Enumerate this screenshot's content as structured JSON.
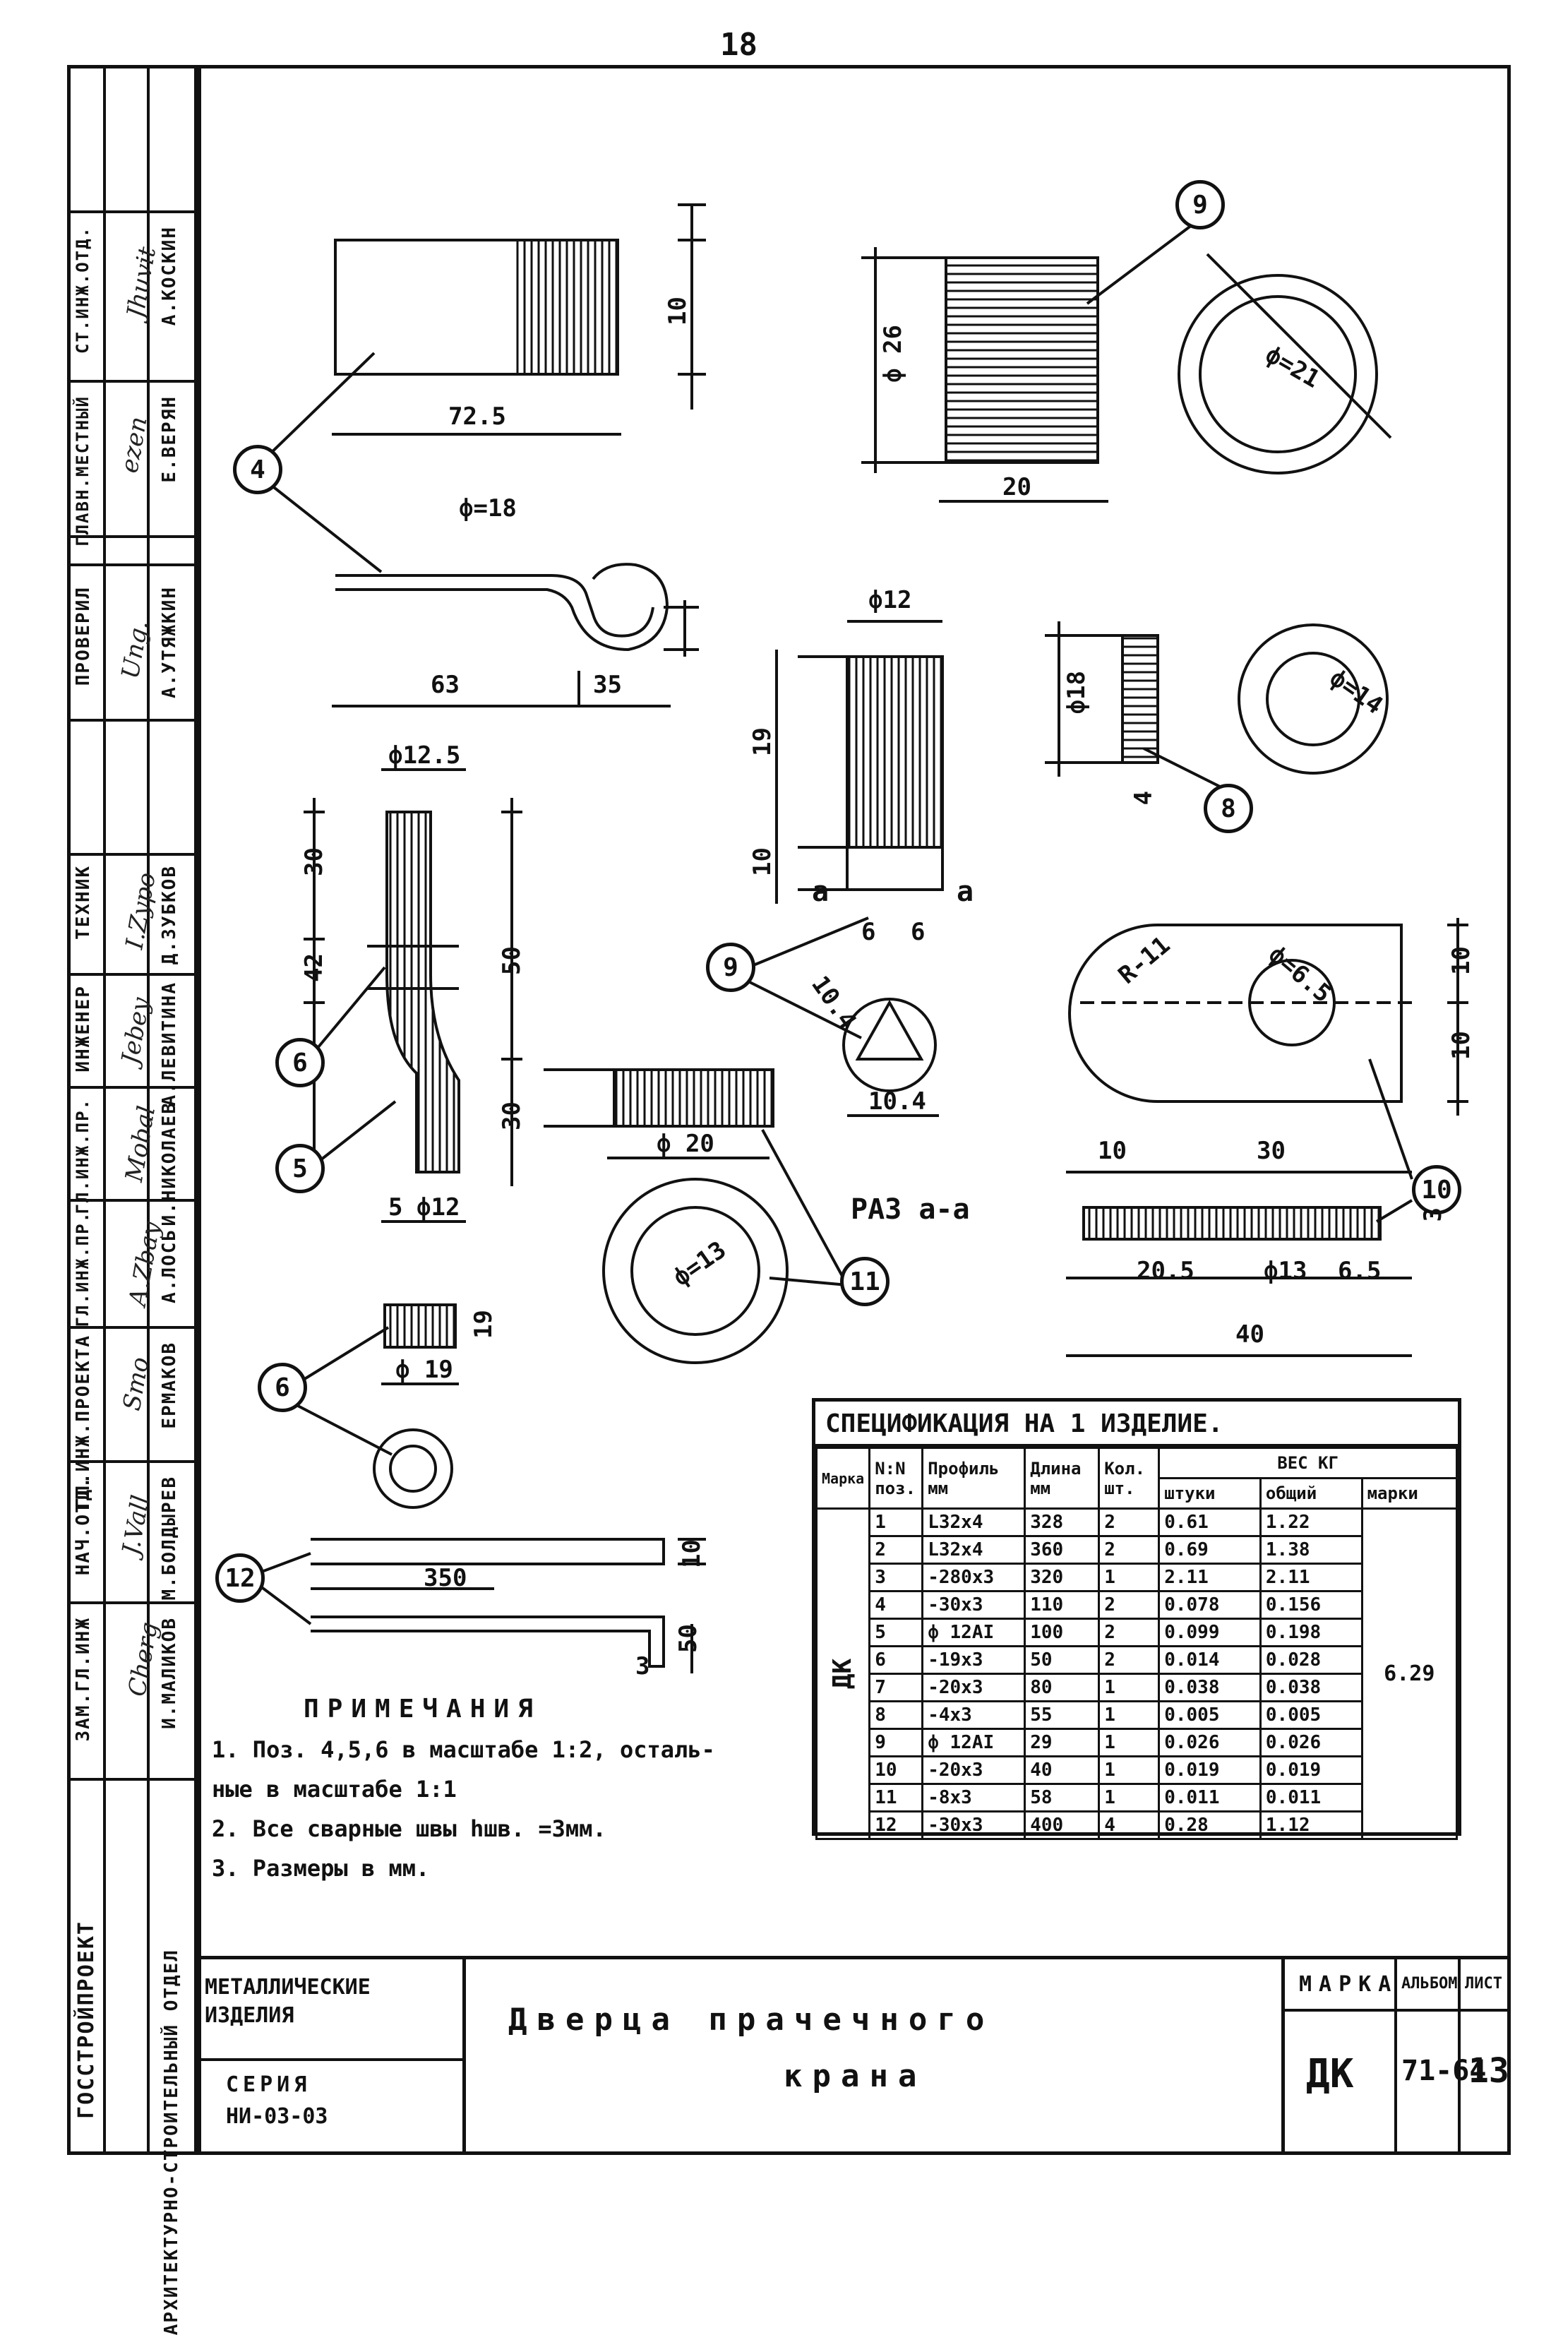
{
  "page_number": "18",
  "sidebar": {
    "org": "ГОССТРОЙПРОЕКТ",
    "dept": "АРХИТЕКТУРНО-СТРОИТЕЛЬНЫЙ ОТДЕЛ",
    "roles": [
      {
        "role": "ЗАМ.ГЛ.ИНЖ",
        "name": "И.МАЛИКОВ",
        "sig": "Cherg"
      },
      {
        "role": "НАЧ.ОТД.",
        "name": "М.БОЛДЫРЕВ",
        "sig": "J.Vall"
      },
      {
        "role": "ГЛ.ИНЖ.ПРОЕКТА",
        "name": "ЕРМАКОВ",
        "sig": "Smo"
      },
      {
        "role": "ГЛ.ИНЖ.ПР.",
        "name": "А.ЛОСЬ",
        "sig": "A.Zbay"
      },
      {
        "role": "ГЛ.ИНЖ.ПР.",
        "name": "И.НИКОЛАЕВ",
        "sig": "Mobal"
      },
      {
        "role": "ИНЖЕНЕР",
        "name": "А.ЛЕВИТИНА",
        "sig": "Jebey"
      },
      {
        "role": "ТЕХНИК",
        "name": "Д.ЗУБКОВ",
        "sig": "I.Zypo"
      },
      {
        "role": "ПРОВЕРИЛ",
        "name": "А.УТЯЖКИН",
        "sig": "Ung."
      },
      {
        "role": "ГЛАВН.МЕСТНЫЙ",
        "name": "Е.ВЕРЯН",
        "sig": "ezen"
      },
      {
        "role": "СТ.ИНЖ.ОТД.",
        "name": "А.КОСКИН",
        "sig": "Jhuvit"
      }
    ]
  },
  "drawings": {
    "callouts": [
      "4",
      "9",
      "8",
      "6",
      "5",
      "9",
      "10",
      "11",
      "6",
      "12"
    ],
    "dims": {
      "d1": "72.5",
      "d2": "10",
      "d3": "ф 26",
      "d4": "20",
      "d5": "ф=21",
      "d6": "ф=18",
      "d7": "63",
      "d8": "35",
      "d9": "ф12.5",
      "d10": "ф12",
      "d11": "19",
      "d12": "10",
      "d13": "ф18",
      "d14": "4",
      "d15": "30",
      "d16": "42",
      "d17": "50",
      "d18": "30",
      "d19": "ф 20",
      "d20": "5",
      "d21": "ф12",
      "d22": "6",
      "d23": "6",
      "d24": "10.4",
      "d25": "10.4",
      "d26": "R-11",
      "d27": "ф=6.5",
      "d28": "10",
      "d29": "10",
      "d30": "10",
      "d31": "30",
      "d32": "20.5",
      "d33": "ф13",
      "d34": "6.5",
      "d35": "40",
      "d36": "3",
      "d37": "ф 19",
      "d38": "19",
      "d39": "350",
      "d40": "10",
      "d41": "50",
      "d42": "3",
      "d43": "ф=14",
      "d44": "ф=13"
    },
    "section_label": "РАЗ а-а",
    "section_letter": "а"
  },
  "spec": {
    "title": "СПЕЦИФИКАЦИЯ НА 1 ИЗДЕЛИЕ.",
    "headers": [
      "Марка",
      "N:N поз.",
      "Профиль мм",
      "Длина мм",
      "Кол. шт.",
      "штуки",
      "общий",
      "марки"
    ],
    "weight_header": "ВЕС КГ",
    "mark": "ДК",
    "total": "6.29",
    "rows": [
      {
        "pos": "1",
        "profile": "L32x4",
        "length": "328",
        "qty": "2",
        "unit": "0.61",
        "total": "1.22"
      },
      {
        "pos": "2",
        "profile": "L32x4",
        "length": "360",
        "qty": "2",
        "unit": "0.69",
        "total": "1.38"
      },
      {
        "pos": "3",
        "profile": "-280x3",
        "length": "320",
        "qty": "1",
        "unit": "2.11",
        "total": "2.11"
      },
      {
        "pos": "4",
        "profile": "-30x3",
        "length": "110",
        "qty": "2",
        "unit": "0.078",
        "total": "0.156"
      },
      {
        "pos": "5",
        "profile": "ф 12AI",
        "length": "100",
        "qty": "2",
        "unit": "0.099",
        "total": "0.198"
      },
      {
        "pos": "6",
        "profile": "-19x3",
        "length": "50",
        "qty": "2",
        "unit": "0.014",
        "total": "0.028"
      },
      {
        "pos": "7",
        "profile": "-20x3",
        "length": "80",
        "qty": "1",
        "unit": "0.038",
        "total": "0.038"
      },
      {
        "pos": "8",
        "profile": "-4x3",
        "length": "55",
        "qty": "1",
        "unit": "0.005",
        "total": "0.005"
      },
      {
        "pos": "9",
        "profile": "ф 12AI",
        "length": "29",
        "qty": "1",
        "unit": "0.026",
        "total": "0.026"
      },
      {
        "pos": "10",
        "profile": "-20x3",
        "length": "40",
        "qty": "1",
        "unit": "0.019",
        "total": "0.019"
      },
      {
        "pos": "11",
        "profile": "-8x3",
        "length": "58",
        "qty": "1",
        "unit": "0.011",
        "total": "0.011"
      },
      {
        "pos": "12",
        "profile": "-30x3",
        "length": "400",
        "qty": "4",
        "unit": "0.28",
        "total": "1.12"
      }
    ]
  },
  "notes": {
    "title": "ПРИМЕЧАНИЯ",
    "lines": [
      "1. Поз. 4,5,6 в масштабе 1:2, осталь-",
      "ные в масштабе 1:1",
      "2. Все сварные швы hшв. =3мм.",
      "3. Размеры в мм."
    ]
  },
  "title_block": {
    "category": "МЕТАЛЛИЧЕСКИЕ ИЗДЕЛИЯ",
    "series_label": "СЕРИЯ",
    "series": "НИ-03-03",
    "name_line1": "Дверца прачечного",
    "name_line2": "крана",
    "mark_label": "МАРКА",
    "album_label": "АЛЬБОМ",
    "sheet_label": "ЛИСТ",
    "mark": "ДК",
    "album": "71-64",
    "sheet": "13"
  }
}
